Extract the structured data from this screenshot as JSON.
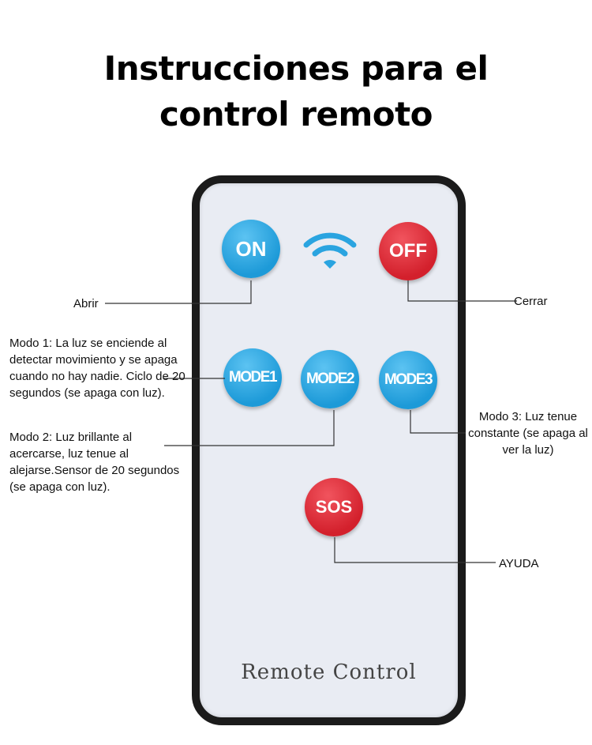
{
  "title_line1": "Instrucciones para el",
  "title_line2": "control remoto",
  "remote": {
    "buttons": {
      "on": "ON",
      "off": "OFF",
      "mode1": "MODE1",
      "mode2": "MODE2",
      "mode3": "MODE3",
      "sos": "SOS"
    },
    "signal_icon": "wifi-icon",
    "brand_text": "Remote Control"
  },
  "labels": {
    "on": "Abrir",
    "off": "Cerrar",
    "mode1": "Modo 1: La luz se enciende al detectar movimiento y se apaga cuando no hay nadie. Ciclo de 20 segundos (se apaga con luz).",
    "mode2": "Modo 2: Luz brillante al acercarse, luz tenue al alejarse.Sensor de 20 segundos (se apaga con luz).",
    "mode3": "Modo 3: Luz tenue constante (se apaga al ver la luz)",
    "sos": "AYUDA"
  },
  "colors": {
    "blue": "#1d9ad8",
    "red": "#d3202c"
  }
}
